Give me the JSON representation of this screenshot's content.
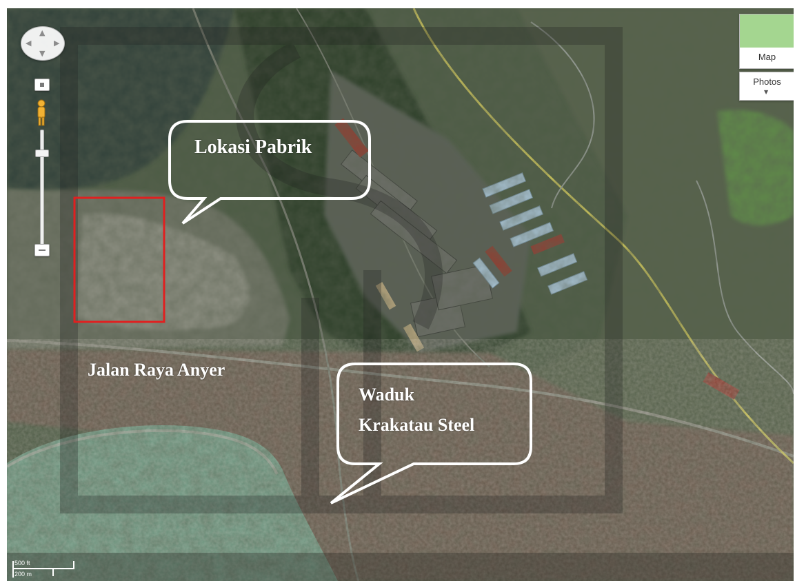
{
  "annotations": {
    "factory_label": "Lokasi Pabrik",
    "road_label": "Jalan Raya Anyer",
    "reservoir_line1": "Waduk",
    "reservoir_line2": "Krakatau Steel",
    "site_marker_color": "#e02020"
  },
  "map_controls": {
    "map_type_label": "Map",
    "photos_label": "Photos",
    "pan_control_icon": "pan-arrows-icon",
    "pegman_icon": "pegman-icon",
    "zoom_level": 0.8
  },
  "scale": {
    "top_label": "500 ft",
    "bottom_label": "200 m"
  },
  "colors": {
    "vegetation": "#3f5236",
    "water": "#6f9a84",
    "roof_blue": "#a9c4d6",
    "roof_red": "#9b4a3a",
    "road_yellow": "#c9c25a",
    "callout_stroke": "#ffffff"
  }
}
